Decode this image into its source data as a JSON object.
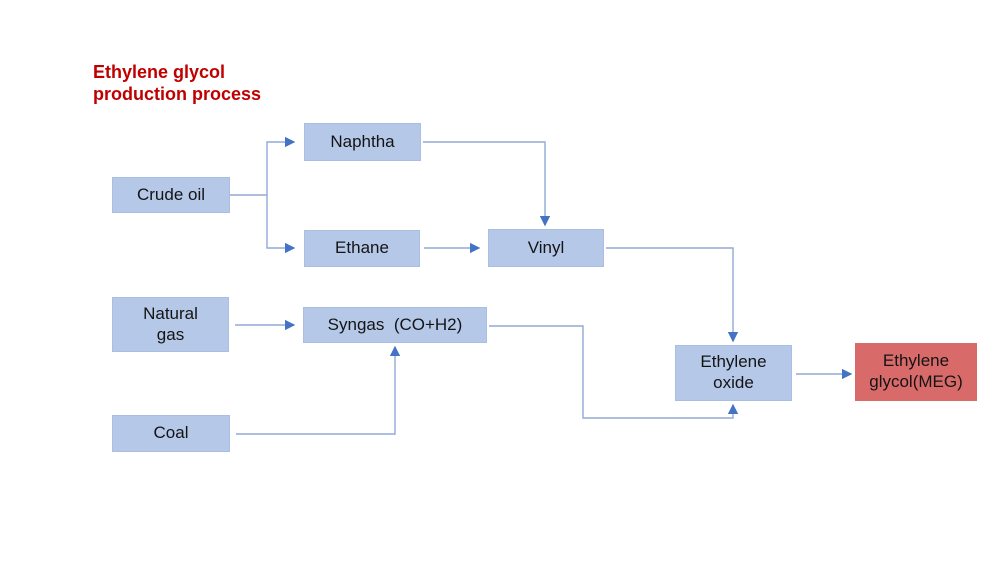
{
  "title": {
    "text": "Ethylene glycol\nproduction process"
  },
  "colors": {
    "canvas_bg": "#FFFFFF",
    "title_red": "#C00000",
    "node_fill": "#B5C8E8",
    "node_border": "#A9BEE2",
    "node_text": "#141414",
    "highlight_fill": "#D96A6A",
    "line_color": "#92A9D6",
    "arrow_color": "#4472C4"
  },
  "nodes": {
    "crude_oil": {
      "label": "Crude oil"
    },
    "naphtha": {
      "label": "Naphtha"
    },
    "ethane": {
      "label": "Ethane"
    },
    "vinyl": {
      "label": "Vinyl"
    },
    "natural_gas": {
      "label": "Natural\ngas"
    },
    "syngas": {
      "label": "Syngas  (CO+H2)"
    },
    "coal": {
      "label": "Coal"
    },
    "ethylene_oxide": {
      "label": "Ethylene\noxide"
    },
    "ethylene_glycol": {
      "label": "Ethylene\nglycol(MEG)"
    }
  },
  "edges": [
    {
      "from": "Crude oil",
      "to": "Naphtha"
    },
    {
      "from": "Crude oil",
      "to": "Ethane"
    },
    {
      "from": "Naphtha",
      "to": "Vinyl"
    },
    {
      "from": "Ethane",
      "to": "Vinyl"
    },
    {
      "from": "Vinyl",
      "to": "Ethylene oxide"
    },
    {
      "from": "Natural gas",
      "to": "Syngas  (CO+H2)"
    },
    {
      "from": "Coal",
      "to": "Syngas  (CO+H2)"
    },
    {
      "from": "Syngas  (CO+H2)",
      "to": "Ethylene oxide"
    },
    {
      "from": "Ethylene oxide",
      "to": "Ethylene glycol(MEG)"
    }
  ]
}
